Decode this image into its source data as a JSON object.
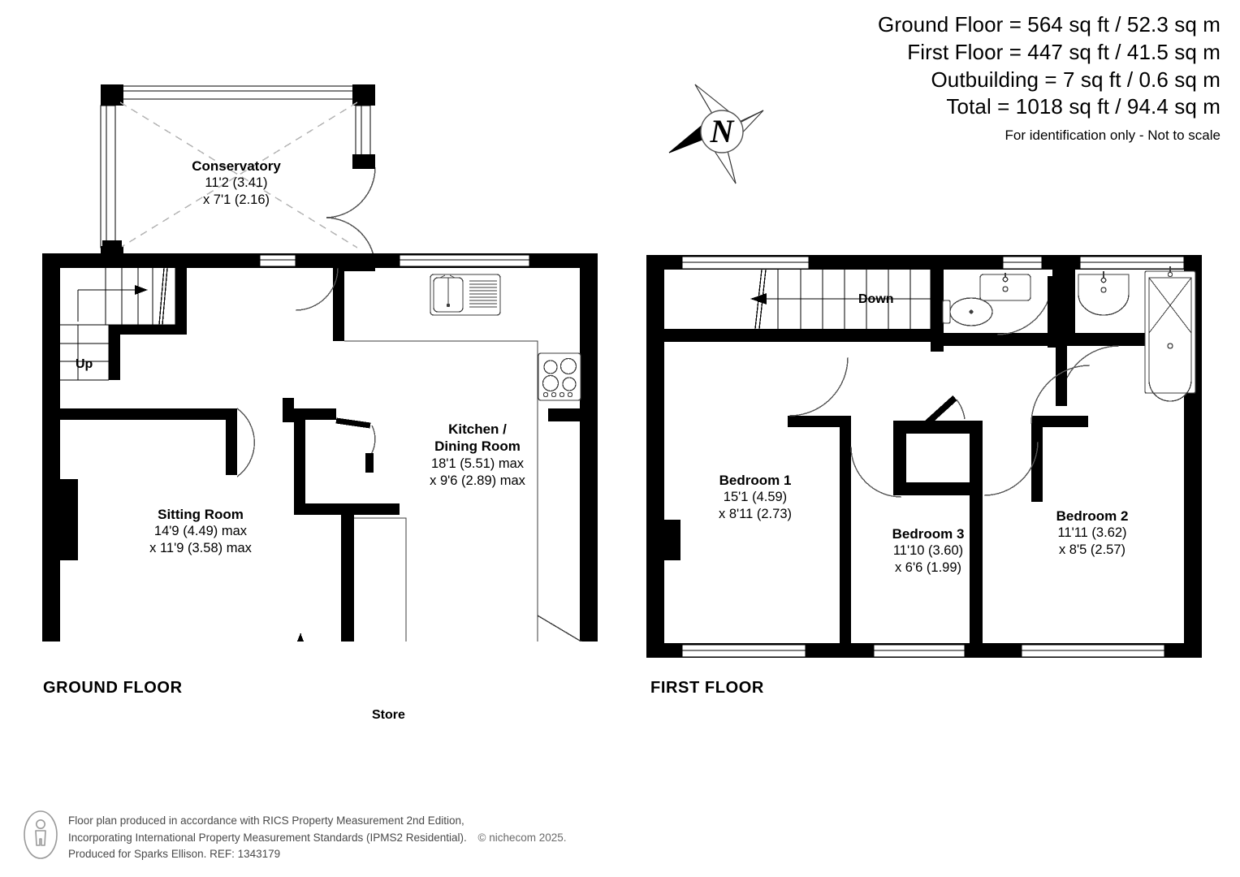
{
  "summary": {
    "lines": [
      "Ground Floor = 564 sq ft / 52.3 sq m",
      "First Floor = 447 sq ft / 41.5 sq m",
      "Outbuilding = 7 sq ft / 0.6 sq m",
      "Total = 1018 sq ft / 94.4 sq m"
    ],
    "note": "For identification only - Not to scale"
  },
  "compass": {
    "north_label": "N"
  },
  "ground_floor": {
    "caption": "GROUND FLOOR",
    "stair_tag": "Up",
    "rooms": [
      {
        "name": "Conservatory",
        "dim_1": "11'2 (3.41)",
        "dim_2": "x 7'1 (2.16)"
      },
      {
        "name_line_1": "Kitchen /",
        "name_line_2": "Dining Room",
        "dim_1": "18'1 (5.51) max",
        "dim_2": "x 9'6 (2.89) max"
      },
      {
        "name": "Sitting Room",
        "dim_1": "14'9 (4.49) max",
        "dim_2": "x 11'9 (3.58) max"
      },
      {
        "name": "Store"
      }
    ]
  },
  "first_floor": {
    "caption": "FIRST FLOOR",
    "stair_tag": "Down",
    "rooms": [
      {
        "name": "Bedroom 1",
        "dim_1": "15'1 (4.59)",
        "dim_2": "x 8'11 (2.73)"
      },
      {
        "name": "Bedroom 3",
        "dim_1": "11'10 (3.60)",
        "dim_2": "x 6'6 (1.99)"
      },
      {
        "name": "Bedroom 2",
        "dim_1": "11'11 (3.62)",
        "dim_2": "x 8'5 (2.57)"
      }
    ]
  },
  "footer": {
    "line_1": "Floor plan produced in accordance with RICS Property Measurement 2nd Edition,",
    "line_2": "Incorporating International Property Measurement Standards (IPMS2 Residential).",
    "copyright": "© nichecom 2025.",
    "line_3": "Produced for Sparks Ellison.   REF: 1343179"
  },
  "colors": {
    "wall": "#000000",
    "background": "#ffffff",
    "fixture_line": "#3c3c3c",
    "dashed_guide": "#b4b4b4"
  }
}
